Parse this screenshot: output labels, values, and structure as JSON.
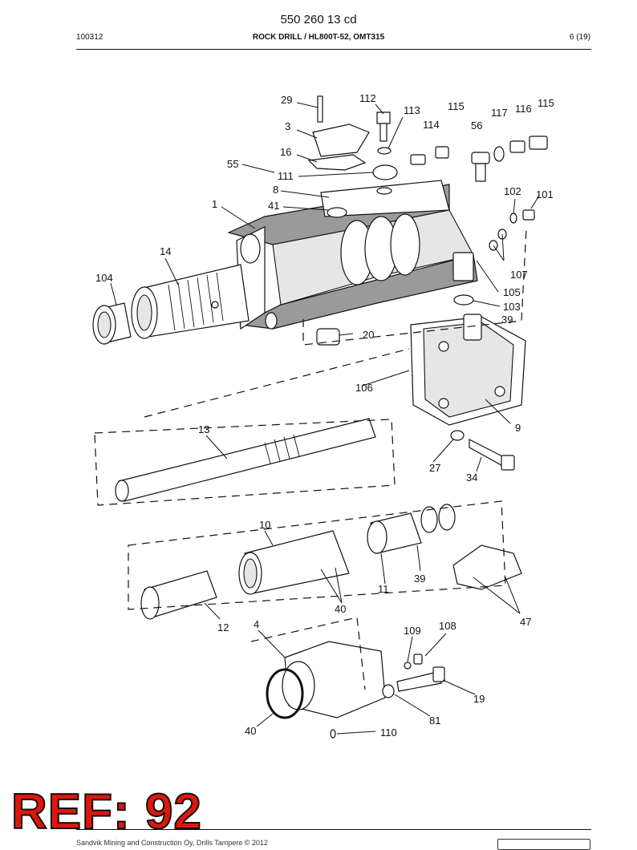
{
  "header": {
    "doc_number": "550 260 13 cd",
    "doc_code": "100312",
    "title": "ROCK DRILL / HL800T-52, OMT315",
    "page": "6 (19)"
  },
  "footer": {
    "copyright": "Sandvik Mining and Construction Oy, Drills Tampere © 2012",
    "logo": "sandvik-logo"
  },
  "stamp": {
    "text": "REF: 92",
    "color": "#e0160c"
  },
  "callouts": [
    "29",
    "112",
    "113",
    "115",
    "3",
    "114",
    "56",
    "117",
    "116",
    "115",
    "16",
    "55",
    "111",
    "8",
    "41",
    "1",
    "102",
    "101",
    "14",
    "107",
    "104",
    "105",
    "103",
    "39",
    "20",
    "106",
    "9",
    "13",
    "27",
    "34",
    "10",
    "39",
    "11",
    "40",
    "12",
    "47",
    "4",
    "109",
    "108",
    "19",
    "81",
    "40",
    "110"
  ]
}
